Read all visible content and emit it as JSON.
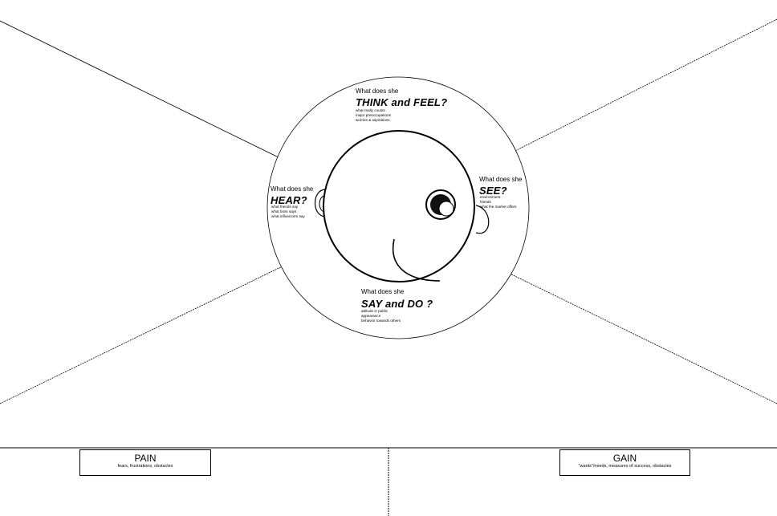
{
  "quadrants": {
    "think": {
      "question": "What does she",
      "heading": "THINK and FEEL?",
      "prompts": [
        "what really counts",
        "major preoccupations",
        "worries & aspirations"
      ]
    },
    "hear": {
      "question": "What does she",
      "heading": "HEAR?",
      "prompts": [
        "what friends say",
        "what boss says",
        "what influencers say"
      ]
    },
    "see": {
      "question": "What does she",
      "heading": "SEE?",
      "prompts": [
        "environment",
        "friends",
        "what the market offers"
      ]
    },
    "say": {
      "question": "What does she",
      "heading": "SAY and DO ?",
      "prompts": [
        "attitude in public",
        "appearance",
        "behavior towards others"
      ]
    }
  },
  "pain": {
    "title": "PAIN",
    "subtitle": "fears, frustrations, obstacles"
  },
  "gain": {
    "title": "GAIN",
    "subtitle": "\"wants\"/needs, measures of success, obstacles"
  }
}
